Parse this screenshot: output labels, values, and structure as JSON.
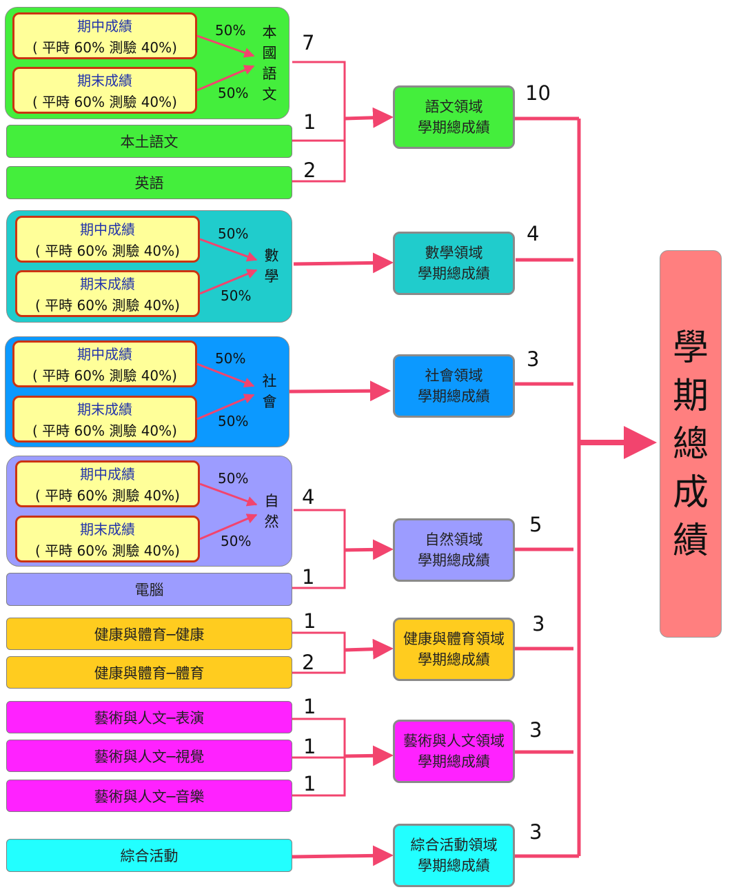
{
  "colors": {
    "green": "#44ee3c",
    "teal": "#20cccc",
    "blue": "#0c99ff",
    "lavender": "#9c9cff",
    "gold": "#ffcc1f",
    "magenta": "#ff22ff",
    "cyan": "#22ffff",
    "final": "#ff7f7f",
    "exam_fill": "#ffff99",
    "exam_border": "#cc3311",
    "arrow": "#f2446e"
  },
  "exam": {
    "midterm": "期中成績",
    "final": "期末成績",
    "formula": "( 平時 60% 測驗 40%)"
  },
  "percent": "50%",
  "subjects": {
    "mandarin": [
      "本",
      "國",
      "語",
      "文"
    ],
    "math": [
      "數",
      "學"
    ],
    "social": [
      "社",
      "會"
    ],
    "science": [
      "自",
      "然"
    ]
  },
  "bars": {
    "native_language": "本土語文",
    "english": "英語",
    "computer": "電腦",
    "health": "健康與體育─健康",
    "pe": "健康與體育─體育",
    "performance": "藝術與人文─表演",
    "visual": "藝術與人文─視覺",
    "music": "藝術與人文─音樂",
    "integrative": "綜合活動"
  },
  "input_weights": {
    "mandarin": "7",
    "native_language": "1",
    "english": "2",
    "science": "4",
    "computer": "1",
    "health": "1",
    "pe": "2",
    "performance": "1",
    "visual": "1",
    "music": "1"
  },
  "domains": [
    {
      "line1": "語文領域",
      "line2": "學期總成績",
      "weight": "10"
    },
    {
      "line1": "數學領域",
      "line2": "學期總成績",
      "weight": "4"
    },
    {
      "line1": "社會領域",
      "line2": "學期總成績",
      "weight": "3"
    },
    {
      "line1": "自然領域",
      "line2": "學期總成績",
      "weight": "5"
    },
    {
      "line1": "健康與體育領域",
      "line2": "學期總成績",
      "weight": "3"
    },
    {
      "line1": "藝術與人文領域",
      "line2": "學期總成績",
      "weight": "3"
    },
    {
      "line1": "綜合活動領域",
      "line2": "學期總成績",
      "weight": "3"
    }
  ],
  "final": [
    "學",
    "期",
    "總",
    "成",
    "績"
  ]
}
